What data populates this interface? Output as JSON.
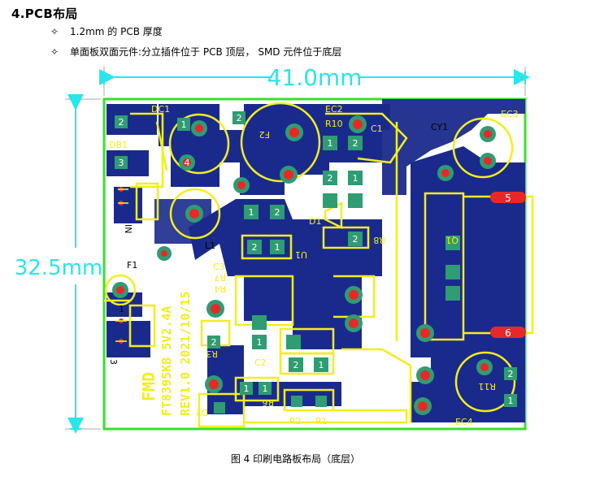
{
  "section_title": "4.PCB布局",
  "bullets": [
    {
      "marker": "✧",
      "text": "1.2mm 的 PCB 厚度"
    },
    {
      "marker": "✧",
      "text": "单面板双面元件:分立插件位于 PCB 顶层， SMD 元件位于底层"
    }
  ],
  "pcb": {
    "width_label": "41.0mm",
    "height_label": "32.5mm",
    "board_text_lines": [
      "FMD",
      "FT8395KB 5V2.4A",
      "REV1.0 2021/10/15"
    ],
    "designators": [
      "DC1",
      "DB1",
      "F2",
      "EC2",
      "R10",
      "C1",
      "CY1",
      "EC3",
      "L1",
      "D1",
      "R8",
      "U1",
      "C3",
      "R7",
      "R4",
      "R3",
      "C2",
      "R6",
      "R2",
      "R1",
      "D2",
      "F1",
      "IN",
      "Q1",
      "R11",
      "EC4",
      "1",
      "3"
    ],
    "pad_numbers": [
      "2",
      "1",
      "4",
      "3",
      "2",
      "1",
      "2",
      "1",
      "2",
      "1",
      "2",
      "1",
      "2",
      "1",
      "2",
      "1",
      "2",
      "1",
      "2",
      "1",
      "2",
      "1"
    ],
    "output_pads": [
      "5",
      "6"
    ],
    "colors": {
      "outline": "#39e02b",
      "copper": "#1a2a8c",
      "silkscreen": "#f3ee1e",
      "pad": "#e02828",
      "dimension": "#29e6ea"
    }
  },
  "caption": "图 4 印刷电路板布局（底层）"
}
